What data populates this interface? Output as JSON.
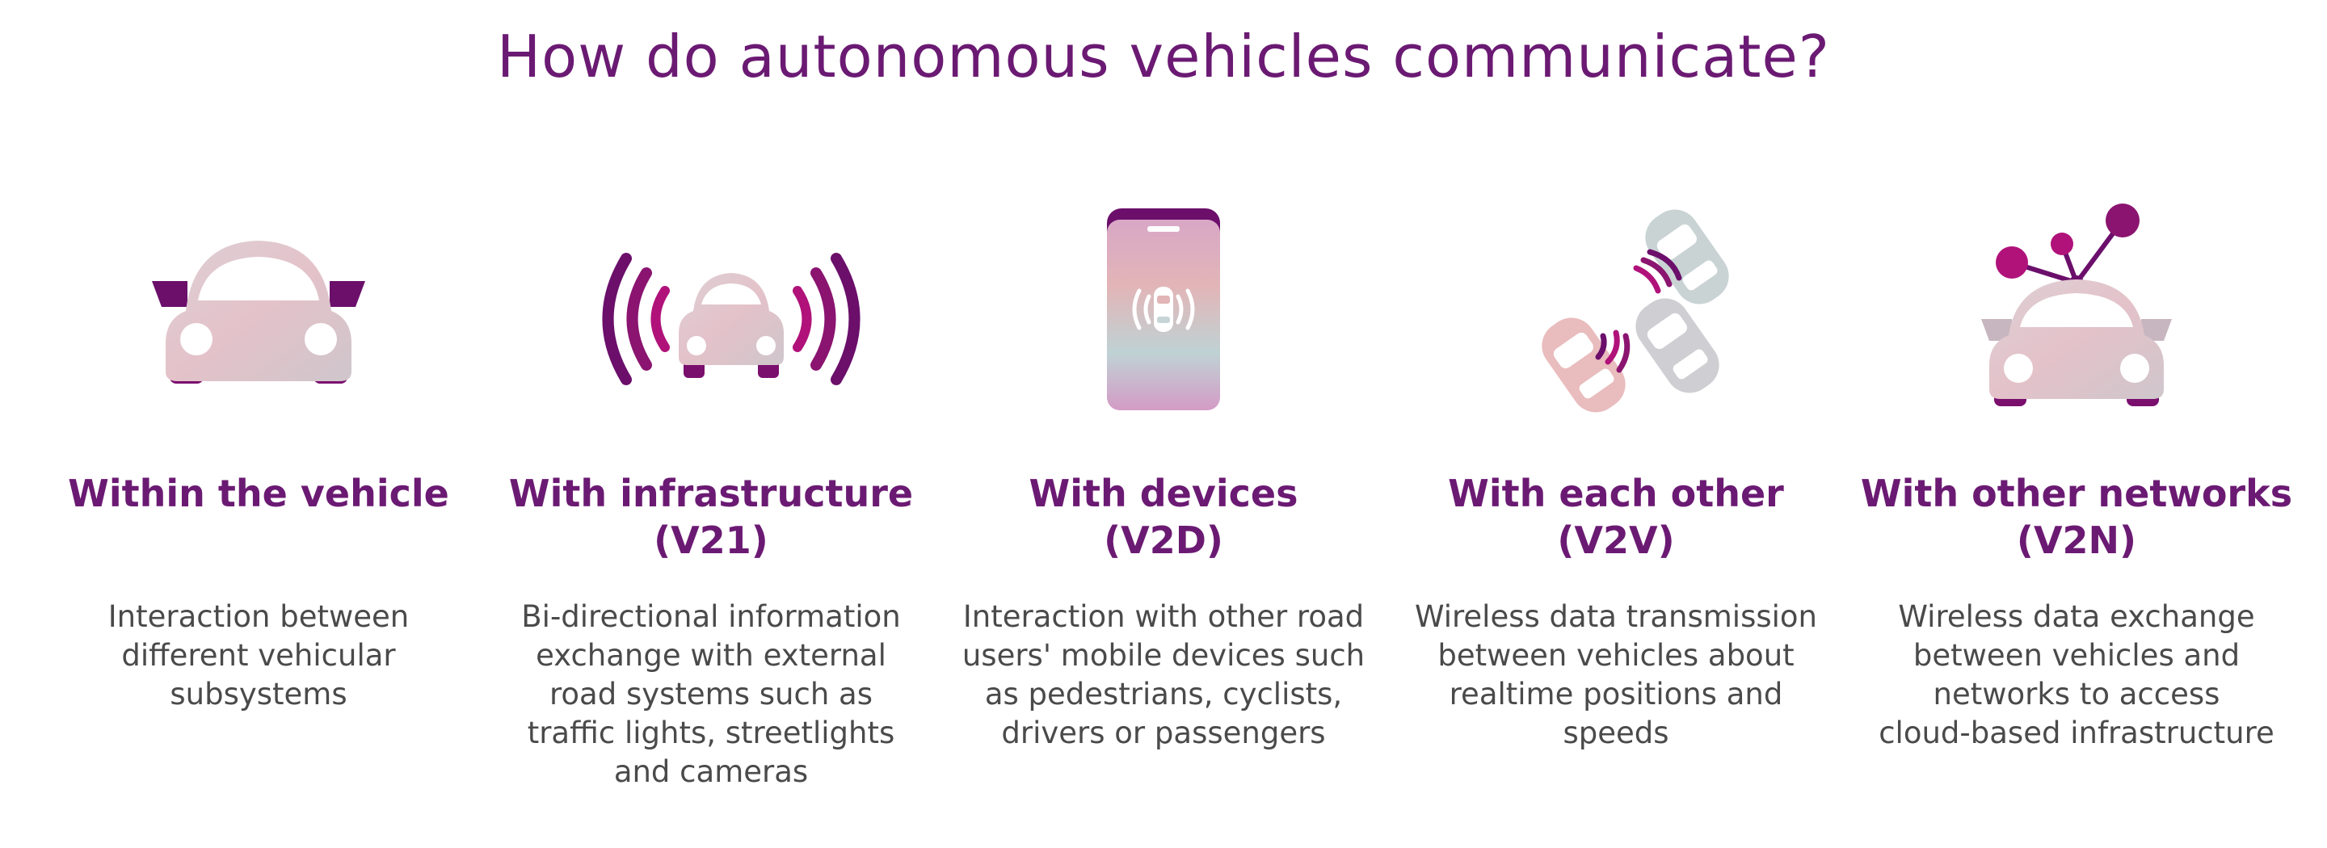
{
  "title": "How do autonomous vehicles communicate?",
  "colors": {
    "title": "#6b1a73",
    "heading": "#6b1a73",
    "body_text": "#4a4a4a",
    "purple_dark": "#6b0f6b",
    "magenta": "#b0127a",
    "car_pink": "#e6b8c2",
    "car_grey": "#cfd0d4",
    "car_teal": "#bcd3d3"
  },
  "columns": [
    {
      "icon": "car-icon",
      "heading_lines": [
        "Within the vehicle"
      ],
      "description_lines": [
        "Interaction between",
        "different vehicular",
        "subsystems"
      ]
    },
    {
      "icon": "car-signal-icon",
      "heading_lines": [
        "With infrastructure",
        "(V21)"
      ],
      "description_lines": [
        "Bi-directional information",
        "exchange with external",
        "road systems such as",
        "traffic lights, streetlights",
        "and cameras"
      ]
    },
    {
      "icon": "smartphone-car-icon",
      "heading_lines": [
        "With devices",
        "(V2D)"
      ],
      "description_lines": [
        "Interaction with other road",
        "users' mobile devices such",
        "as pedestrians, cyclists,",
        "drivers or passengers"
      ]
    },
    {
      "icon": "cars-communicating-icon",
      "heading_lines": [
        "With each other",
        "(V2V)"
      ],
      "description_lines": [
        "Wireless data transmission",
        "between vehicles about",
        "realtime positions and",
        "speeds"
      ]
    },
    {
      "icon": "car-network-icon",
      "heading_lines": [
        "With other networks",
        "(V2N)"
      ],
      "description_lines": [
        "Wireless data exchange",
        "between vehicles and",
        "networks to access",
        "cloud-based infrastructure"
      ]
    }
  ]
}
